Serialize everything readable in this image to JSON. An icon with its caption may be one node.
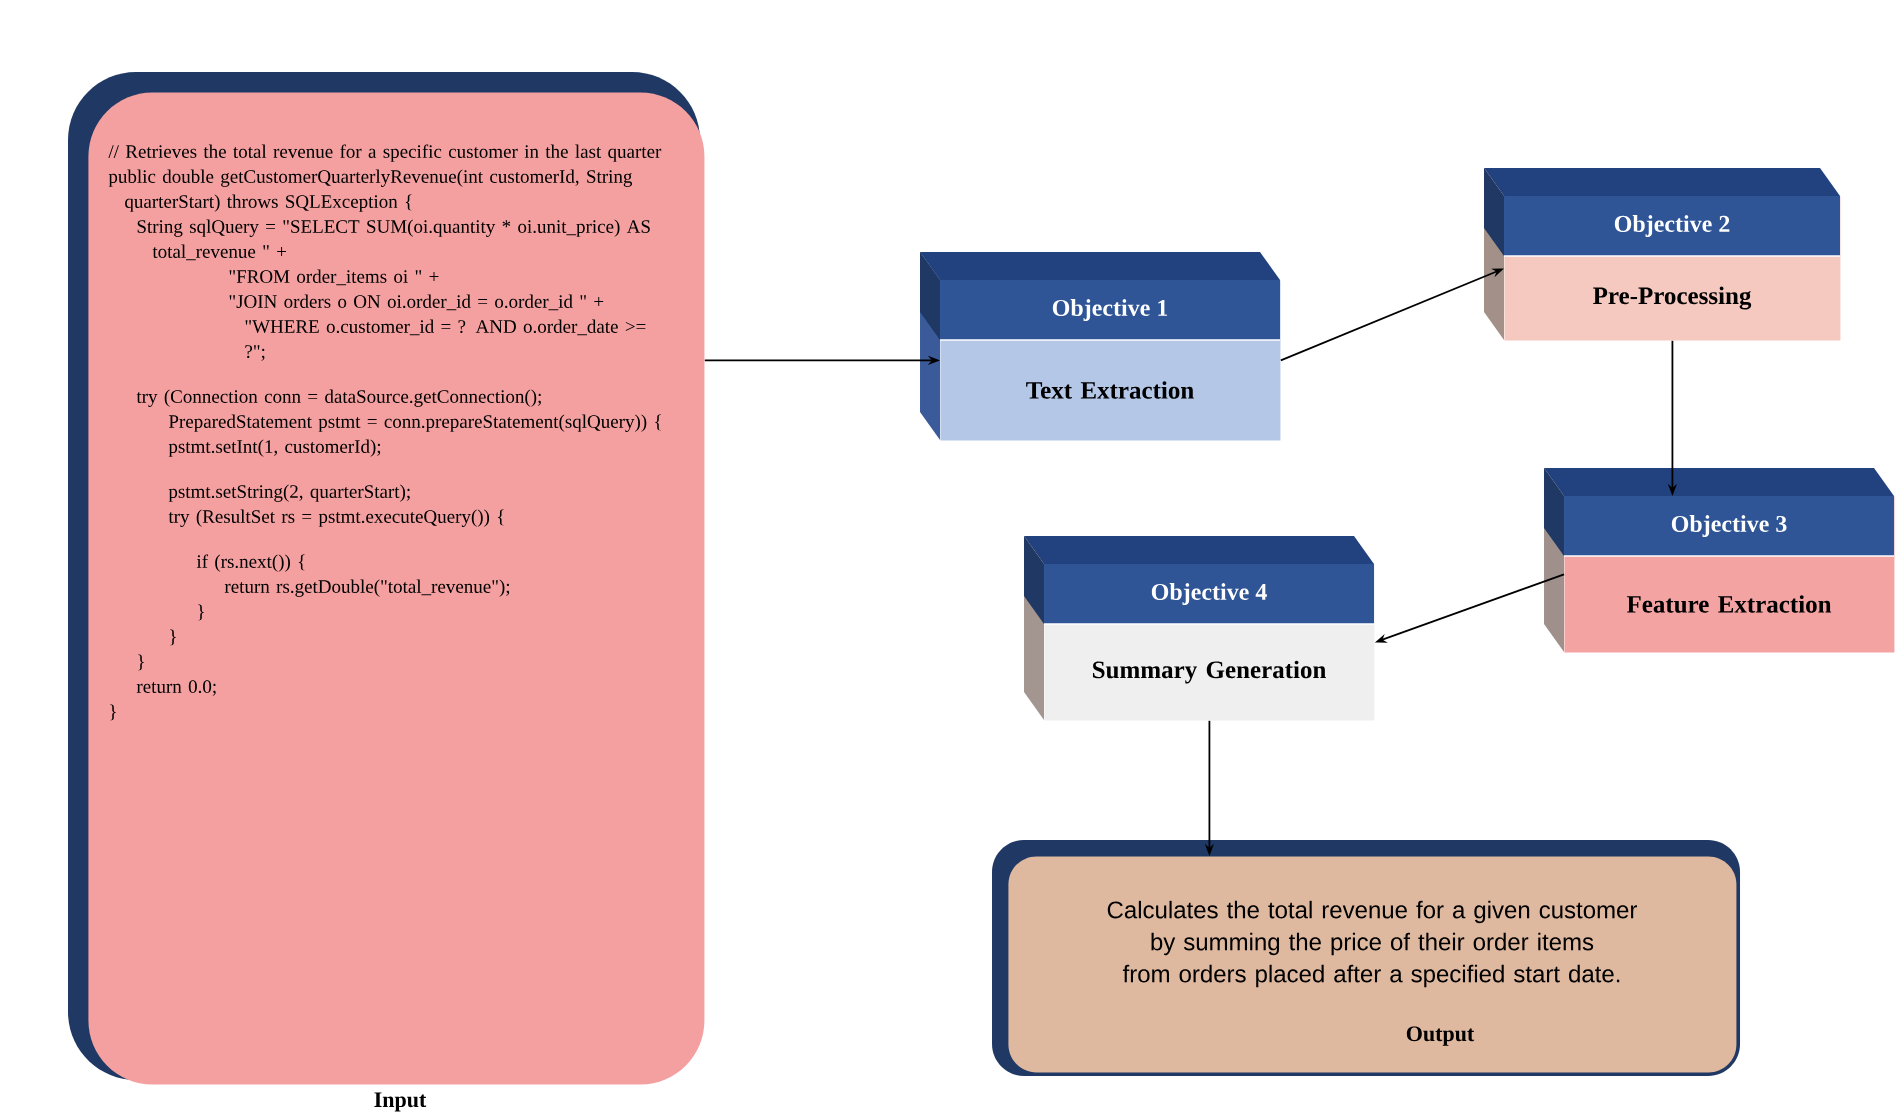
{
  "diagram": {
    "nodes": [
      {
        "text": [
          "// Retrieves the total revenue for a specific customer in the last quarter",
          "public double getCustomerQuarterlyRevenue(int customerId, String quarterStart) throws SQLException {",
          "String sqlQuery = \"SELECT SUM(oi.quantity * oi.unit_price) AS total_revenue \" +",
          "\"FROM order_items oi \" +",
          "\"JOIN orders o ON oi.order_id = o.order_id \" + \"WHERE o.customer_id = ? AND o.order_date >= ?\";",
          "try (Connection conn = dataSource.getConnection();",
          "PreparedStatement pstmt = conn.prepareStatement(sqlQuery)) {",
          "pstmt.setInt(1, customerId);",
          "pstmt.setString(2, quarterStart);",
          "try (ResultSet rs = pstmt.executeQuery()) {",
          "if (rs.next()) {",
          "return rs.getDouble(\"total_revenue\");",
          "}",
          "}",
          "}",
          "return 0.0;",
          "}"
        ],
        "beside": [
          "Input"
        ]
      },
      {
        "text": [
          "Objective 1",
          "Text Extraction"
        ]
      },
      {
        "text": [
          "Objective 2",
          "Pre-Processing"
        ]
      },
      {
        "text": [
          "Objective 3",
          "Feature Extraction"
        ]
      },
      {
        "text": [
          "Objective 4",
          "Summary Generation"
        ]
      },
      {
        "text": [
          "Calculates the total revenue for a given customer by summing the price of their order items from orders placed after a specified start date.",
          "Output"
        ]
      }
    ],
    "edges": [
      {
        "from": 0,
        "to": 1,
        "arrow": "to"
      },
      {
        "from": 1,
        "to": 2,
        "arrow": "to"
      },
      {
        "from": 2,
        "to": 3,
        "arrow": "to"
      },
      {
        "from": 3,
        "to": 4,
        "arrow": "to"
      },
      {
        "from": 4,
        "to": 5,
        "arrow": "to"
      }
    ]
  }
}
